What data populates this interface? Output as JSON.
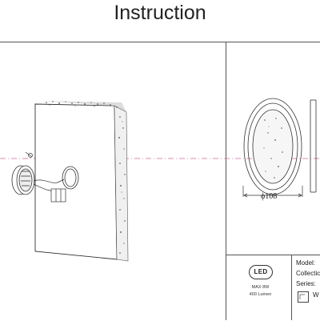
{
  "header": {
    "title": "Instruction"
  },
  "dimension": {
    "diameter_label": "ϕ108"
  },
  "led_block": {
    "logo": "LED",
    "power": "MAX 8W",
    "lumen": "400 Lumen"
  },
  "spec_block": {
    "model_label": "Model: ",
    "collection_label": "Collectic",
    "series_label": "Series:",
    "wash_label": "W"
  }
}
